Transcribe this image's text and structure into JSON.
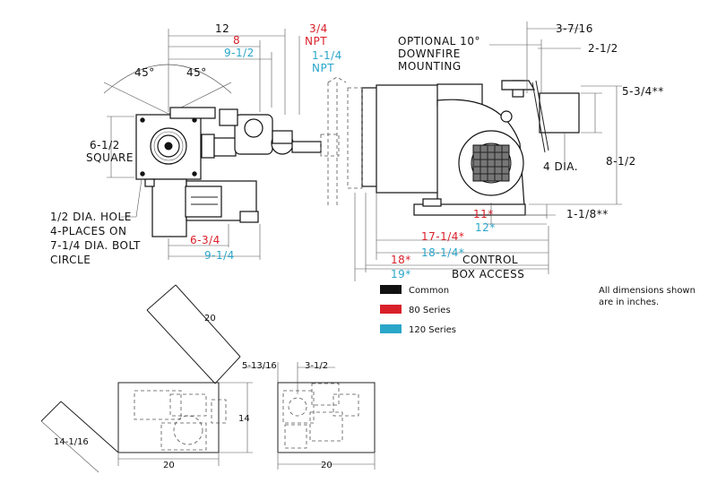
{
  "colors": {
    "common": "#111111",
    "series80": "#d9202a",
    "series120": "#2aa6c9",
    "line": "#222222"
  },
  "side_view": {
    "top_dims": {
      "common": "12",
      "red": "8",
      "blue": "9-1/2"
    },
    "angle_left": "45°",
    "angle_right": "45°",
    "square_label_1": "6-1/2",
    "square_label_2": "SQUARE",
    "hole_note": [
      "1/2 DIA. HOLE",
      "4-PLACES ON",
      "7-1/4 DIA. BOLT",
      "CIRCLE"
    ],
    "bottom_dims": {
      "red": "6-3/4",
      "blue": "9-1/4"
    },
    "npt_red": [
      "3/4",
      "NPT"
    ],
    "npt_blue": [
      "1-1/4",
      "NPT"
    ]
  },
  "front_view": {
    "optional_note": [
      "OPTIONAL 10°",
      "DOWNFIRE",
      "MOUNTING"
    ],
    "dim_3_7_16": "3-7/16",
    "dim_2_1_2": "2-1/2",
    "dim_5_3_4": "5-3/4**",
    "dim_4_dia": "4 DIA.",
    "dim_8_1_2": "8-1/2",
    "dim_1_1_8": "1-1/8**",
    "dim_11": "11*",
    "dim_12": "12*",
    "dim_17_1_4": "17-1/4*",
    "dim_18_1_4": "18-1/4*",
    "dim_18": "18*",
    "dim_19": "19*",
    "control_box": [
      "CONTROL",
      "BOX ACCESS"
    ]
  },
  "legend": {
    "items": [
      {
        "label": "Common",
        "color": "#111111"
      },
      {
        "label": "80 Series",
        "color": "#d9202a"
      },
      {
        "label": "120 Series",
        "color": "#2aa6c9"
      }
    ],
    "note": [
      "All dimensions shown",
      "are in inches."
    ]
  },
  "clearance_view": {
    "dim_20_diag": "20",
    "dim_14_1_16": "14-1/16",
    "dim_20_left": "20",
    "dim_14": "14",
    "dim_5_13_16": "5-13/16",
    "dim_3_1_2": "3-1/2",
    "dim_20_right": "20"
  }
}
